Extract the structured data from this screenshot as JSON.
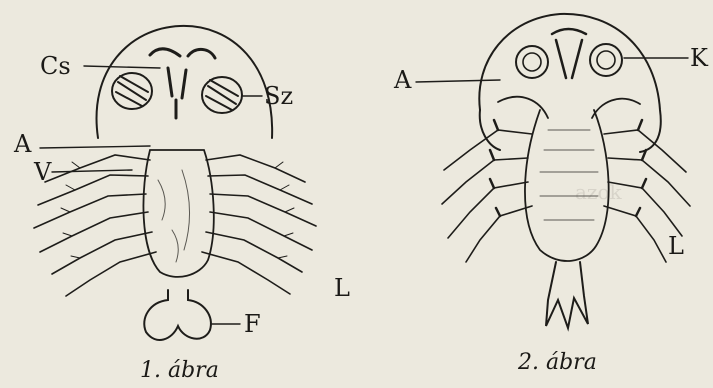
{
  "figure1": {
    "labels": {
      "cs": "Cs",
      "sz": "Sz",
      "a": "A",
      "v": "V",
      "f": "F"
    },
    "caption": "1. ábra"
  },
  "figure2": {
    "labels": {
      "a": "A",
      "k": "K",
      "l": "L"
    },
    "caption": "2. ábra"
  },
  "stray_label": "L",
  "bleed_through": [
    "azok"
  ]
}
